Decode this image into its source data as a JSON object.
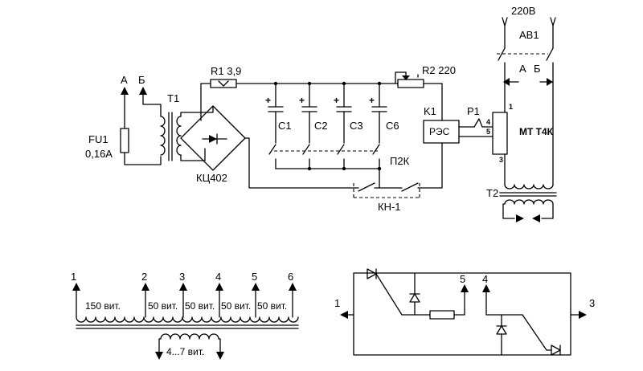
{
  "main_circuit": {
    "supply": {
      "label_a": "А",
      "label_b": "Б"
    },
    "fuse": {
      "ref": "FU1",
      "rating": "0,16А"
    },
    "transformer_t1": {
      "ref": "T1"
    },
    "bridge": {
      "ref": "КЦ402"
    },
    "r1": {
      "label": "R1 3,9"
    },
    "r2": {
      "label": "R2 220"
    },
    "capacitors": [
      {
        "label": "C1",
        "plus": "+"
      },
      {
        "label": "C2",
        "plus": "+"
      },
      {
        "label": "C3",
        "plus": "+"
      },
      {
        "label": "C6",
        "plus": "+"
      }
    ],
    "switch_p2k": {
      "label": "П2К"
    },
    "button_kn1": {
      "label": "КН-1"
    },
    "relay_k1": {
      "ref": "K1",
      "body": "РЭС"
    },
    "relay_contact_p1": {
      "ref": "P1"
    },
    "mains": {
      "voltage": "220В",
      "breaker": "АВ1",
      "label_a": "А",
      "label_b": "Б"
    },
    "thyristor_module": {
      "label": "МТ Т4К",
      "pin1": "1",
      "pin3": "3",
      "pin4": "4",
      "pin5": "5"
    },
    "transformer_t2": {
      "ref": "T2"
    }
  },
  "winding_diagram": {
    "taps": [
      "1",
      "2",
      "3",
      "4",
      "5",
      "6"
    ],
    "sections": [
      "150 вит.",
      "50 вит.",
      "50 вит.",
      "50 вит.",
      "50 вит."
    ],
    "secondary": "4...7 вит."
  },
  "module_diagram": {
    "pin1": "1",
    "pin3": "3",
    "pin4": "4",
    "pin5": "5"
  }
}
